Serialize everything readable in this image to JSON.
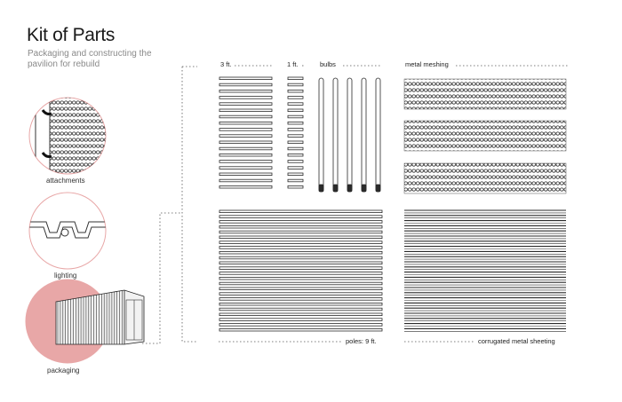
{
  "header": {
    "title": "Kit of Parts",
    "subtitle": "Packaging and constructing the pavilion for rebuild"
  },
  "circles": {
    "attachments": "attachments",
    "lighting": "lighting",
    "packaging": "packaging"
  },
  "groups": {
    "three_ft": "3 ft.",
    "one_ft": "1 ft.",
    "bulbs": "bulbs",
    "meshing": "metal meshing",
    "poles": "poles: 9 ft.",
    "sheeting": "corrugated metal sheeting"
  },
  "colors": {
    "accent": "#e8a7a7",
    "line": "#2a2a2a"
  }
}
